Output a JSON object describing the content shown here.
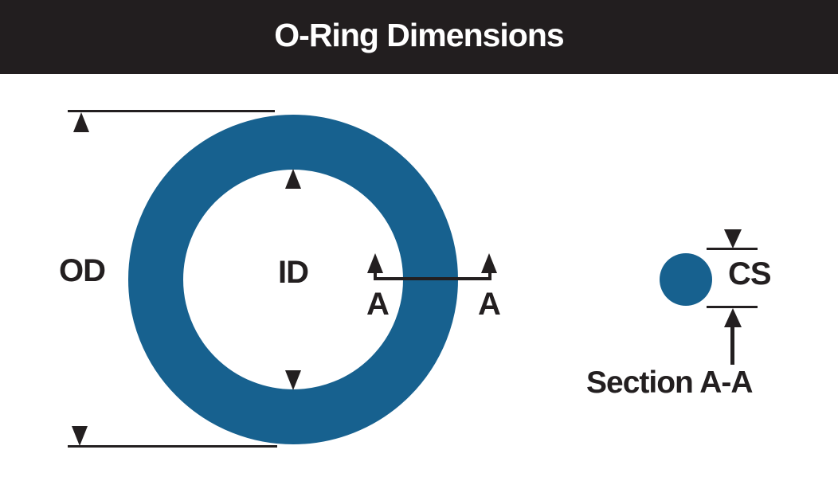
{
  "header": {
    "title": "O-Ring Dimensions"
  },
  "diagram": {
    "od_label": "OD",
    "id_label": "ID",
    "section_arrow_left_label": "A",
    "section_arrow_right_label": "A",
    "cs_label": "CS",
    "section_caption": "Section A-A"
  },
  "colors": {
    "background": "#FFFFFF",
    "header_bg": "#221E1F",
    "title_text": "#FFFFFF",
    "ring_fill": "#17618F",
    "line_and_text": "#231F20"
  }
}
